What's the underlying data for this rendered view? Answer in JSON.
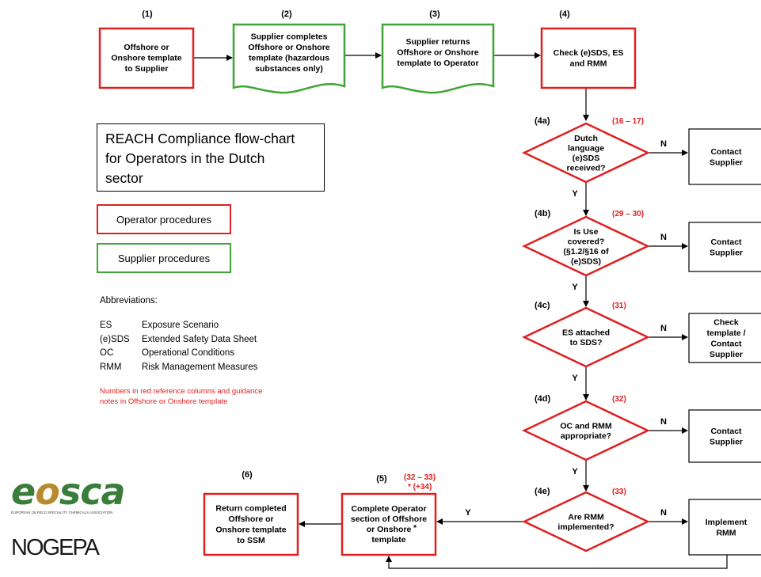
{
  "steps": {
    "s1": {
      "num": "(1)",
      "lines": [
        "Offshore or",
        "Onshore template",
        "to Supplier"
      ]
    },
    "s2": {
      "num": "(2)",
      "lines": [
        "Supplier completes",
        "Offshore or Onshore",
        "template (hazardous",
        "substances only)"
      ]
    },
    "s3": {
      "num": "(3)",
      "lines": [
        "Supplier returns",
        "Offshore or Onshore",
        "template to Operator"
      ]
    },
    "s4": {
      "num": "(4)",
      "lines": [
        "Check (e)SDS, ES",
        "and RMM"
      ]
    },
    "s5": {
      "num": "(5)",
      "ref": "(32 – 33)",
      "ref2": "* (+34)",
      "lines": [
        "Complete Operator",
        "section of Offshore",
        "or Onshore",
        "template"
      ],
      "asterisk": "*"
    },
    "s6": {
      "num": "(6)",
      "lines": [
        "Return completed",
        "Offshore or",
        "Onshore template",
        "to SSM"
      ]
    }
  },
  "decisions": [
    {
      "num": "(4a)",
      "ref": "(16 – 17)",
      "lines": [
        "Dutch",
        "language",
        "(e)SDS",
        "received?"
      ],
      "no_action": [
        "Contact",
        "Supplier"
      ]
    },
    {
      "num": "(4b)",
      "ref": "(29 – 30)",
      "lines": [
        "Is Use",
        "covered?",
        "(§1.2/§16 of",
        "(e)SDS)"
      ],
      "no_action": [
        "Contact",
        "Supplier"
      ]
    },
    {
      "num": "(4c)",
      "ref": "(31)",
      "lines": [
        "ES attached",
        "to SDS?"
      ],
      "no_action": [
        "Check",
        "template /",
        "Contact",
        "Supplier"
      ]
    },
    {
      "num": "(4d)",
      "ref": "(32)",
      "lines": [
        "OC and RMM",
        "appropriate?"
      ],
      "no_action": [
        "Contact",
        "Supplier"
      ]
    },
    {
      "num": "(4e)",
      "ref": "(33)",
      "lines": [
        "Are RMM",
        "implemented?"
      ],
      "no_action": [
        "Implement",
        "RMM"
      ]
    }
  ],
  "labels": {
    "yes": "Y",
    "no": "N"
  },
  "title": [
    "REACH Compliance flow-chart",
    "for Operators in the Dutch",
    "sector"
  ],
  "legend": {
    "operator": "Operator procedures",
    "supplier": "Supplier procedures"
  },
  "abbreviations": {
    "title": "Abbreviations:",
    "items": [
      {
        "key": "ES",
        "value": "Exposure Scenario"
      },
      {
        "key": "(e)SDS",
        "value": "Extended Safety Data Sheet"
      },
      {
        "key": "OC",
        "value": "Operational Conditions"
      },
      {
        "key": "RMM",
        "value": "Risk Management Measures"
      }
    ]
  },
  "reference_note": "Numbers in red reference columns and guidance notes in Offshore or Onshore template",
  "logos": {
    "eosca": "eosca",
    "eosca_tagline": "EUROPEAN OILFIELD SPECIALITY CHEMICALS ASSOCIATION",
    "nogepa": "NOGEPA"
  },
  "colors": {
    "operator": "#e02020",
    "supplier": "#3fa535",
    "reference": "#e02020",
    "logo_green": "#3a7d3a"
  }
}
